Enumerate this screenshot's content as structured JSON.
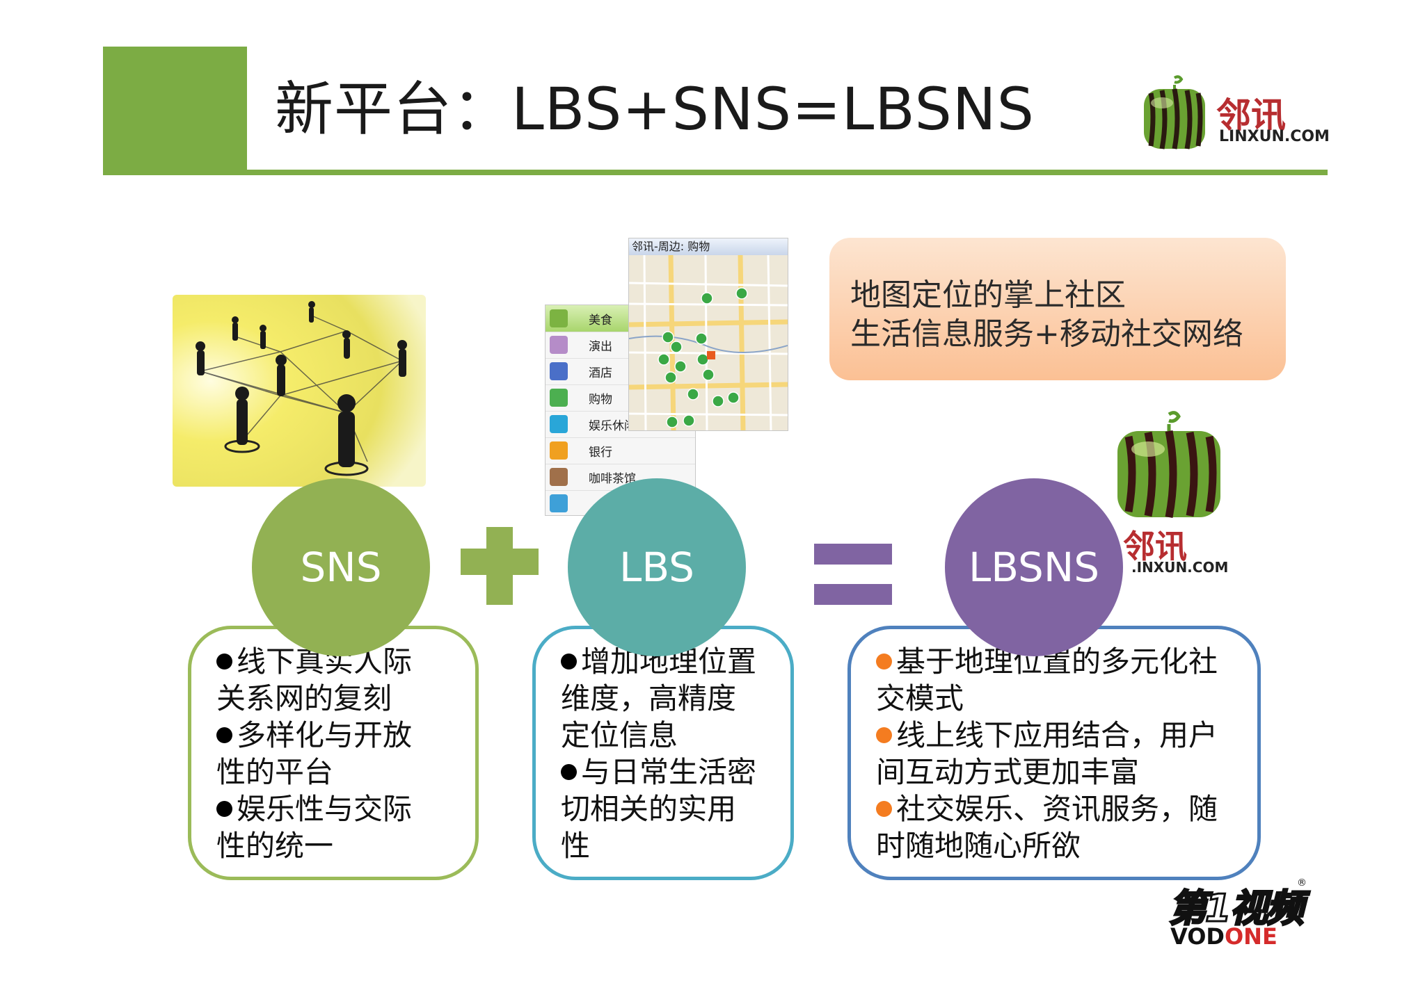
{
  "header": {
    "title": "新平台：LBS+SNS=LBSNS"
  },
  "logo": {
    "brand": "邻讯",
    "url": "LINXUN.COM",
    "url_mid": ".INXUN.COM"
  },
  "lbs_menu": {
    "map_title": "邻讯-周边: 购物",
    "items": [
      {
        "label": "美食"
      },
      {
        "label": "演出"
      },
      {
        "label": "酒店"
      },
      {
        "label": "购物"
      },
      {
        "label": "娱乐休闲"
      },
      {
        "label": "银行"
      },
      {
        "label": "咖啡茶馆"
      }
    ]
  },
  "info_box": {
    "line1": "地图定位的掌上社区",
    "line2": "生活信息服务+移动社交网络"
  },
  "circles": {
    "sns": "SNS",
    "lbs": "LBS",
    "lbsns": "LBSNS"
  },
  "sns_box": {
    "lines": [
      "线下真实人际",
      "关系网的复刻",
      "多样化与开放",
      "性的平台",
      "娱乐性与交际",
      "性的统一"
    ]
  },
  "lbs_box": {
    "lines": [
      "增加地理位置",
      "维度，高精度",
      "定位信息",
      "与日常生活密",
      "切相关的实用",
      "性"
    ]
  },
  "lbsns_box": {
    "lines": [
      "基于地理位置的多元化社",
      "交模式",
      "线上线下应用结合，用户",
      "间互动方式更加丰富",
      "社交娱乐、资讯服务，随",
      "时随地随心所欲"
    ]
  },
  "footer_logo": {
    "cn": "第1视频",
    "vod": "VOD",
    "one": "ONE",
    "reg": "®"
  },
  "colors": {
    "green": "#7cac44",
    "sns_green": "#92b153",
    "lbs_teal": "#5cada7",
    "lbsns_purple": "#8064a2",
    "orange_bullet": "#f47c20",
    "brand_red": "#b72d30"
  }
}
